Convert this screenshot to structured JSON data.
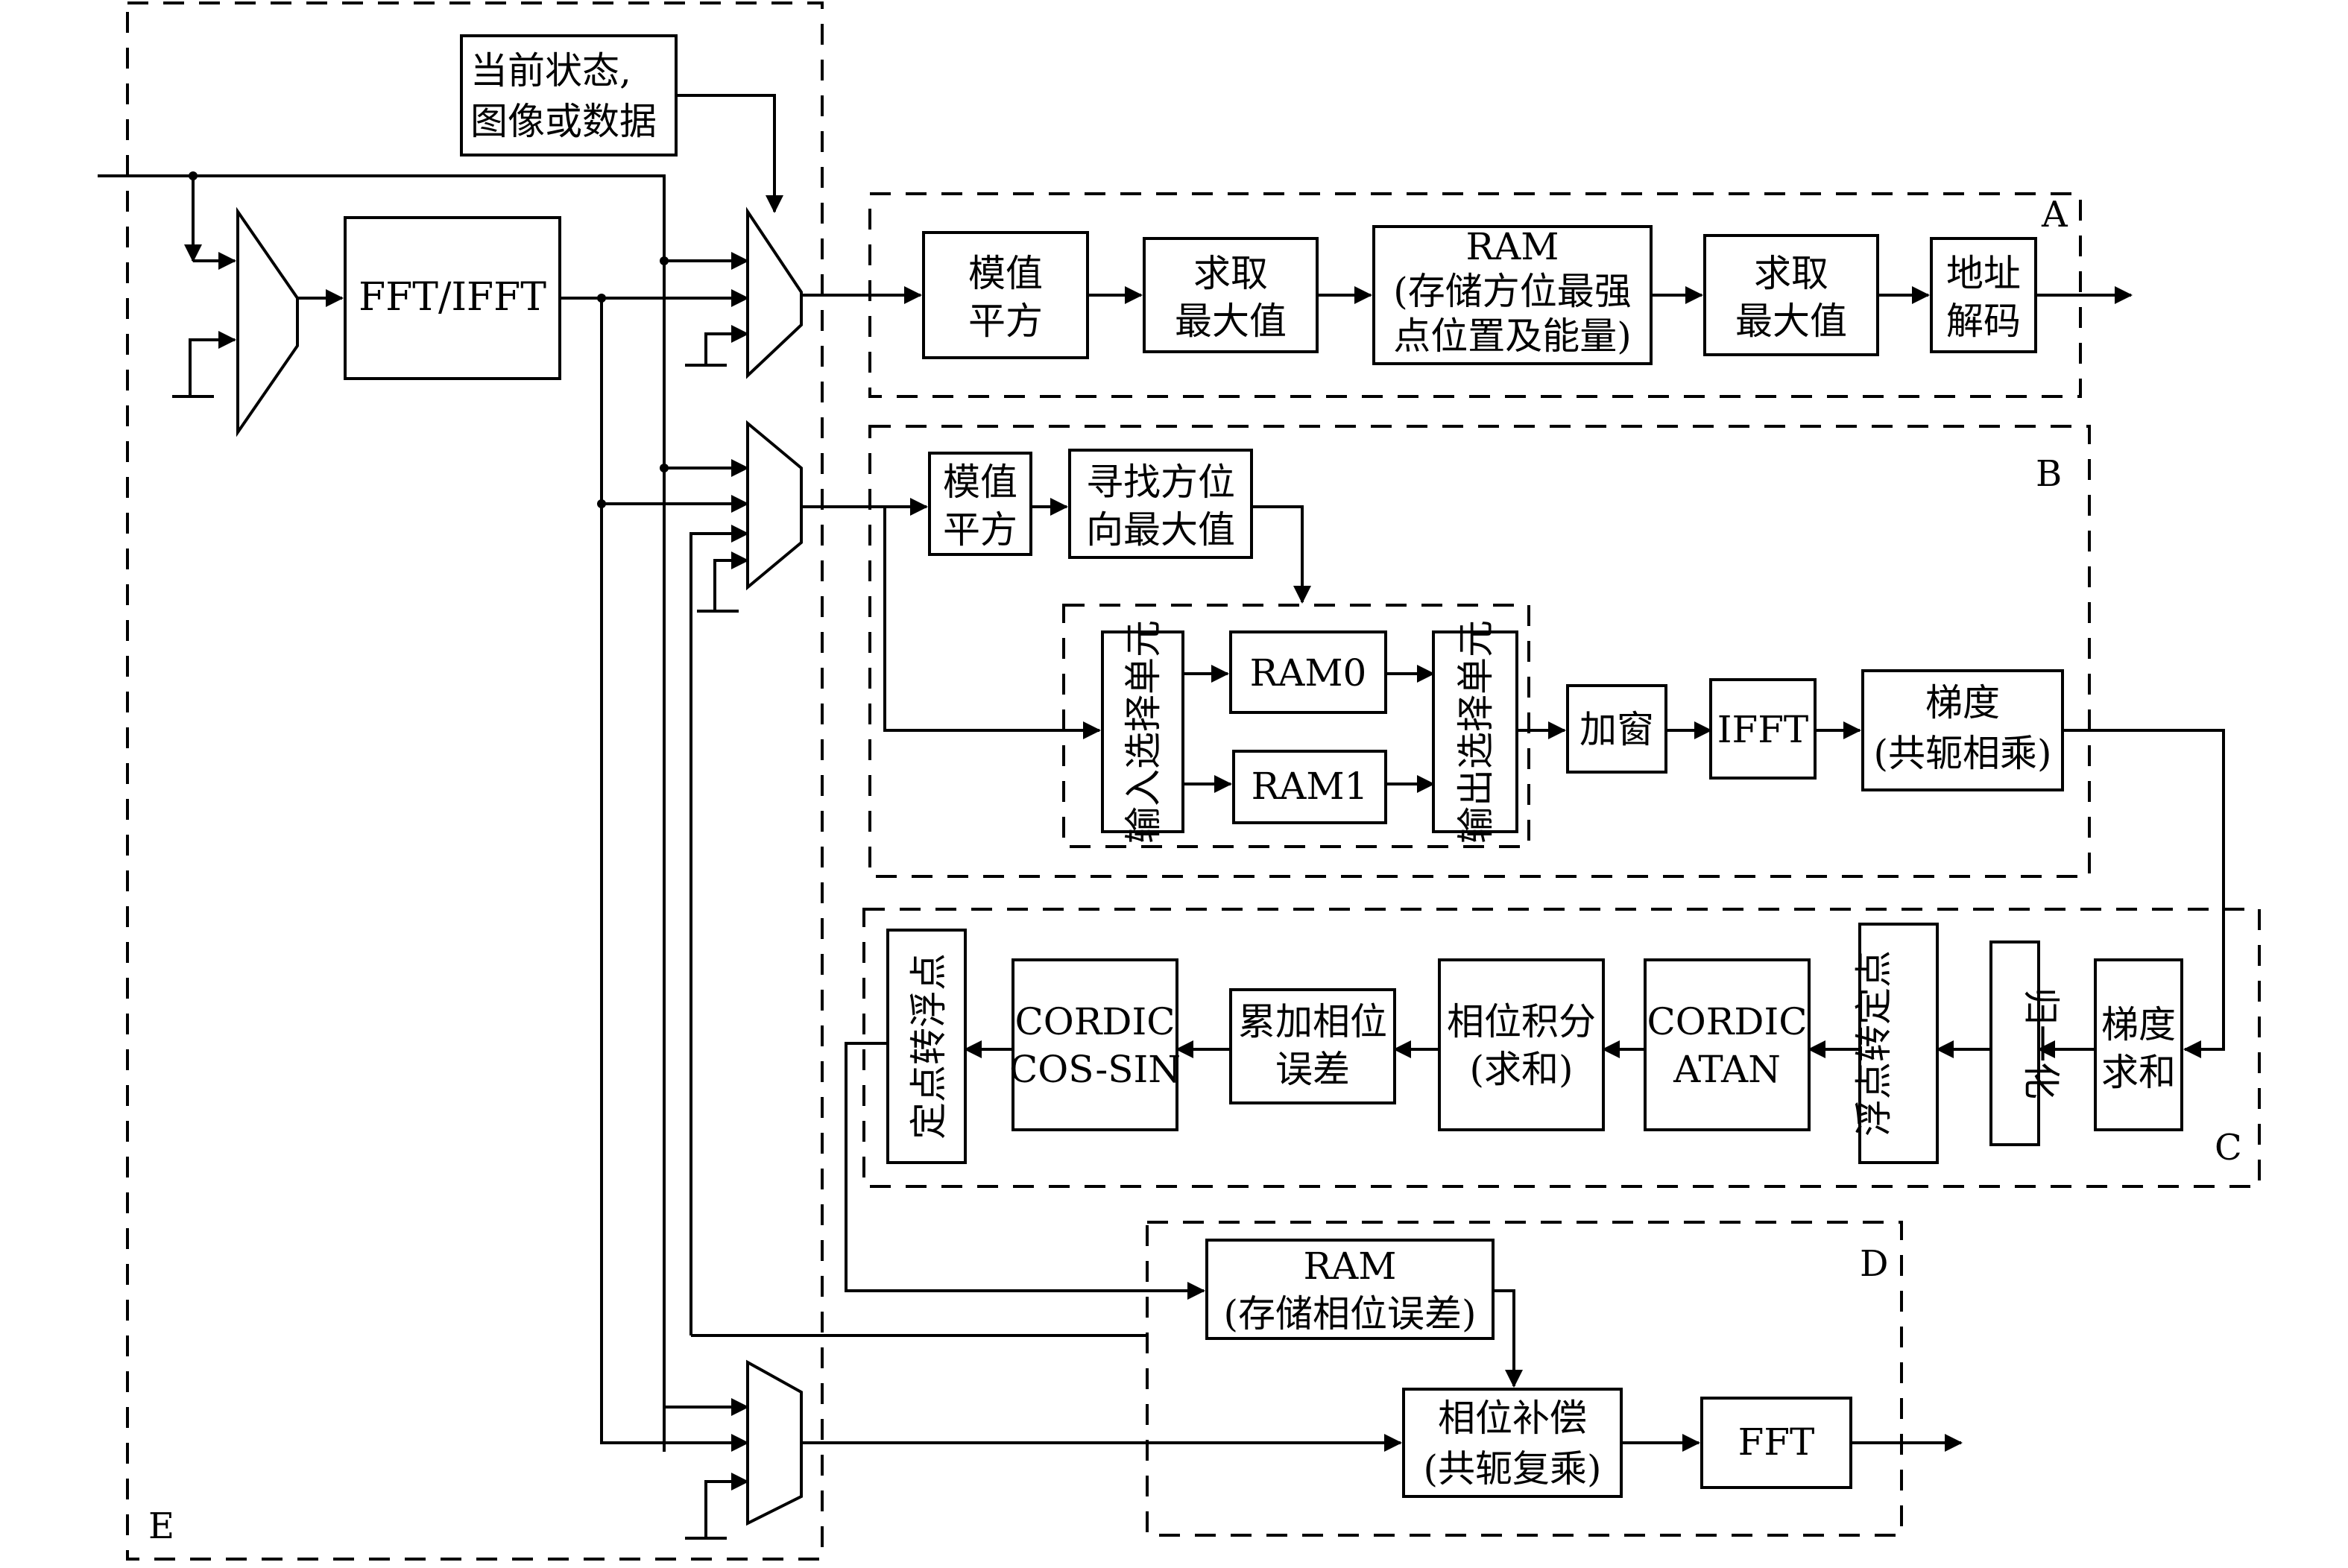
{
  "diagram": {
    "state_box": [
      "当前状态,",
      "图像或数据"
    ],
    "fft_ifft": "FFT/IFFT",
    "regions": {
      "A": "A",
      "B": "B",
      "C": "C",
      "D": "D",
      "E": "E"
    },
    "region_a": {
      "mod_square": [
        "模值",
        "平方"
      ],
      "find_max_1": [
        "求取",
        "最大值"
      ],
      "ram": [
        "RAM",
        "(存储方位最强",
        "点位置及能量)"
      ],
      "find_max_2": [
        "求取",
        "最大值"
      ],
      "addr_decode": [
        "地址",
        "解码"
      ]
    },
    "region_b": {
      "mod_square": [
        "模值",
        "平方"
      ],
      "find_azimuth_max": [
        "寻找方位",
        "向最大值"
      ],
      "input_select": "输入选择单元",
      "ram0": "RAM0",
      "ram1": "RAM1",
      "output_select": "输出选择单元",
      "windowing": "加窗",
      "ifft": "IFFT",
      "gradient": [
        "梯度",
        "(共轭相乘)"
      ]
    },
    "region_c": {
      "gradient_sum": [
        "梯度",
        "求和"
      ],
      "normalize": "归一化",
      "float_to_fixed": "浮点转定点",
      "cordic_atan": [
        "CORDIC",
        "ATAN"
      ],
      "phase_integral": [
        "相位积分",
        "(求和)"
      ],
      "accum_phase_error": [
        "累加相位",
        "误差"
      ],
      "cordic_cos_sin": [
        "CORDIC",
        "COS-SIN"
      ],
      "fixed_to_float": "定点转浮点"
    },
    "region_d": {
      "ram": [
        "RAM",
        "(存储相位误差)"
      ],
      "phase_comp": [
        "相位补偿",
        "(共轭复乘)"
      ],
      "fft": "FFT"
    }
  }
}
